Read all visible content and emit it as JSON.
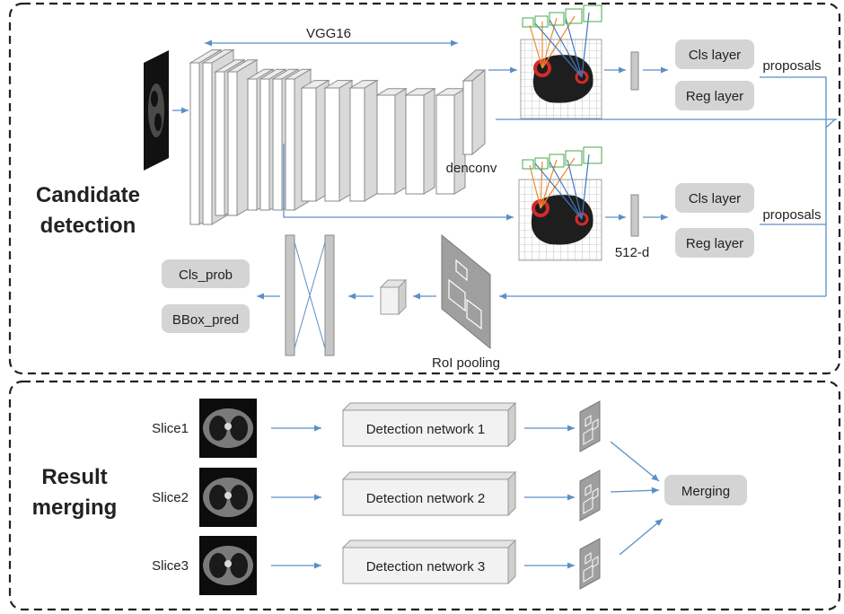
{
  "stage1": {
    "title_line1": "Candidate",
    "title_line2": "detection",
    "backbone_label": "VGG16",
    "deconv_label": "denconv",
    "feature_dim_label": "512-d",
    "cls_layer_label": "Cls layer",
    "reg_layer_label": "Reg layer",
    "proposals_label": "proposals",
    "roi_pooling_label": "RoI pooling",
    "cls_prob_label": "Cls_prob",
    "bbox_pred_label": "BBox_pred"
  },
  "stage2": {
    "title_line1": "Result",
    "title_line2": "merging",
    "slices": [
      {
        "label": "Slice1",
        "network": "Detection network 1"
      },
      {
        "label": "Slice2",
        "network": "Detection network 2"
      },
      {
        "label": "Slice3",
        "network": "Detection network 3"
      }
    ],
    "merge_label": "Merging"
  },
  "colors": {
    "arrow": "#5b8fc7",
    "pill": "#d4d4d4",
    "anchor_orange": "#f08a2c",
    "anchor_blue": "#3f7ac0",
    "anchor_box": "#4aa84a",
    "nodule_red": "#d42a2a"
  }
}
